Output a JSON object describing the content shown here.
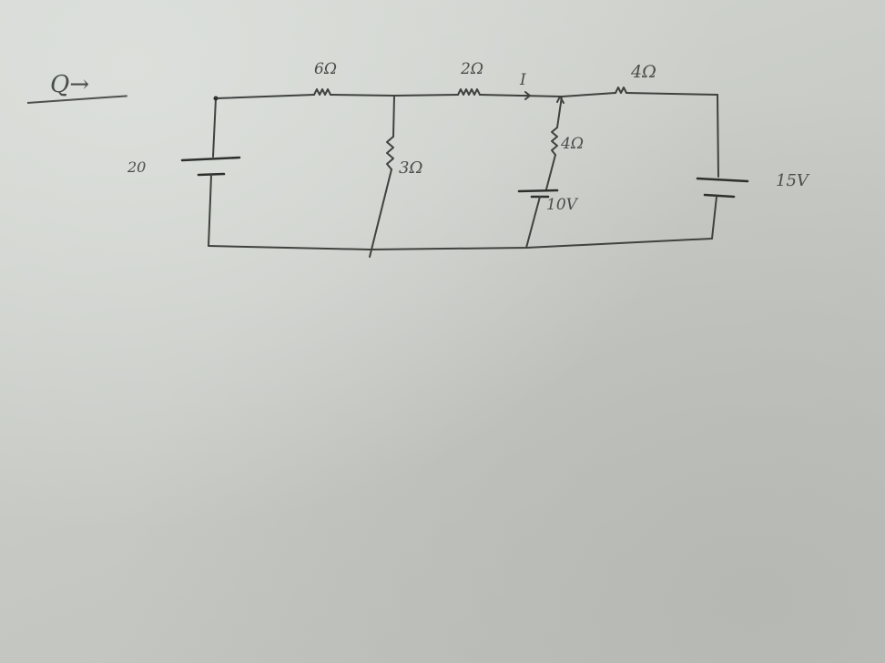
{
  "question": {
    "label": "Q→"
  },
  "components": {
    "battery_left": {
      "label": "20",
      "type": "battery"
    },
    "resistor_6": {
      "label": "6Ω",
      "type": "resistor"
    },
    "resistor_3": {
      "label": "3Ω",
      "type": "resistor"
    },
    "resistor_2": {
      "label": "2Ω",
      "type": "resistor"
    },
    "current_marker": {
      "label": "I",
      "type": "current-arrow"
    },
    "resistor_4_top": {
      "label": "4Ω",
      "type": "resistor"
    },
    "resistor_4_branch": {
      "label": "4Ω",
      "type": "resistor"
    },
    "battery_middle": {
      "label": "10V",
      "type": "battery"
    },
    "battery_right": {
      "label": "15V",
      "type": "battery"
    }
  },
  "colors": {
    "ink": "#3f423f",
    "paper": "#c8cbc6"
  }
}
